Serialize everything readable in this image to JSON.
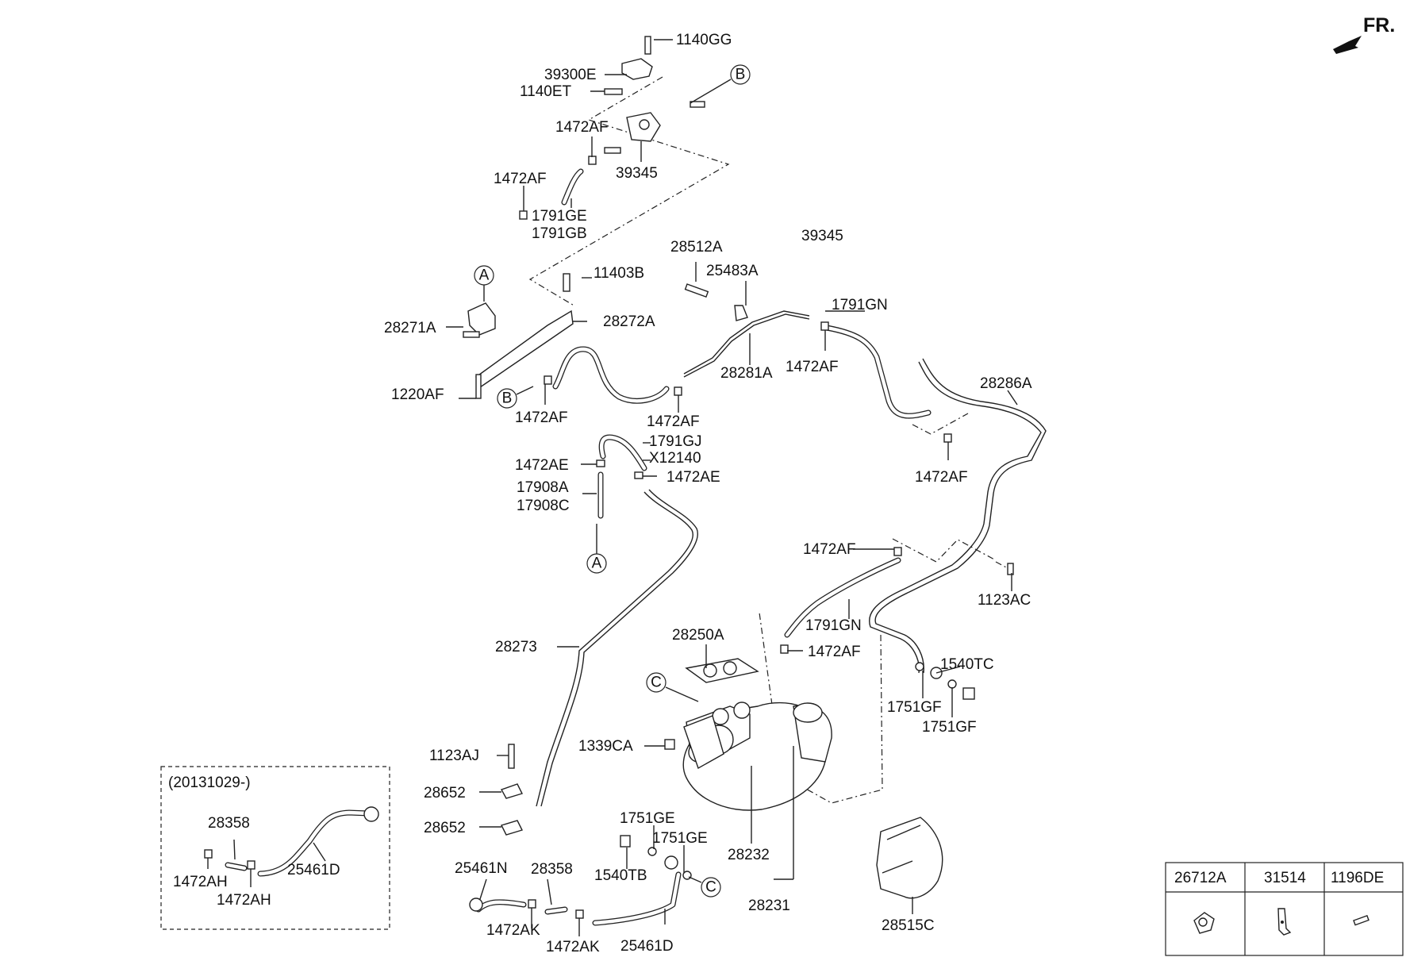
{
  "diagram": {
    "direction_label": "FR.",
    "labels": {
      "l1140GG": "1140GG",
      "l39300E": "39300E",
      "l1140ET": "1140ET",
      "l1472AF_a": "1472AF",
      "l39345_a": "39345",
      "l1472AF_b": "1472AF",
      "l1791GE": "1791GE",
      "l1791GB": "1791GB",
      "l39345_b": "39345",
      "l28512A": "28512A",
      "l25483A": "25483A",
      "l11403B": "11403B",
      "l28272A": "28272A",
      "l28271A": "28271A",
      "l1791GN_a": "1791GN",
      "l28281A": "28281A",
      "l1472AF_c": "1472AF",
      "l1220AF": "1220AF",
      "l1472AF_d": "1472AF",
      "l1472AF_e": "1472AF",
      "l28286A": "28286A",
      "l1791GJ": "1791GJ",
      "lX12140": "X12140",
      "l1472AE_a": "1472AE",
      "l1472AE_b": "1472AE",
      "l17908A": "17908A",
      "l17908C": "17908C",
      "l1472AF_f": "1472AF",
      "l1472AF_g": "1472AF",
      "l1123AC": "1123AC",
      "l28273": "28273",
      "l1791GN_b": "1791GN",
      "l28250A": "28250A",
      "l1472AF_h": "1472AF",
      "l1540TC": "1540TC",
      "l1751GF_a": "1751GF",
      "l1751GF_b": "1751GF",
      "l1339CA": "1339CA",
      "l1123AJ": "1123AJ",
      "l28652_a": "28652",
      "l28652_b": "28652",
      "l1751GE_a": "1751GE",
      "l1751GE_b": "1751GE",
      "l1540TB": "1540TB",
      "l28232": "28232",
      "l28231": "28231",
      "l28515C": "28515C",
      "l25461N": "25461N",
      "l28358_a": "28358",
      "l1472AK_a": "1472AK",
      "l1472AK_b": "1472AK",
      "l25461D_a": "25461D",
      "l20131029": "(20131029-)",
      "l28358_b": "28358",
      "l1472AH_a": "1472AH",
      "l1472AH_b": "1472AH",
      "l25461D_b": "25461D"
    },
    "ref_circles": [
      "A",
      "B",
      "C"
    ],
    "parts_table": {
      "headers": [
        "26712A",
        "31514",
        "1196DE"
      ]
    },
    "icons": [
      "forward-arrow-icon",
      "clip-icon",
      "bracket-icon",
      "bolt-icon"
    ]
  }
}
